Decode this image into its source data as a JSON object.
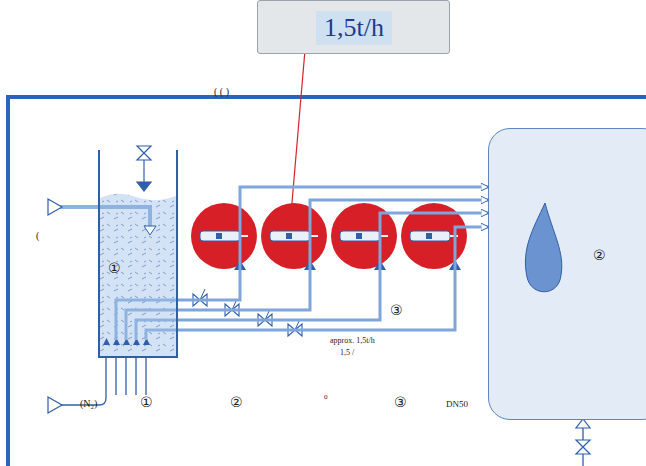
{
  "diagram": {
    "nodes": [
      {
        "text": [
          "1,5t/h"
        ]
      },
      {
        "text": [
          "①"
        ]
      },
      {
        "text": [
          "②"
        ]
      }
    ],
    "edges": [
      {
        "from": 1,
        "to": 2,
        "arrow": "to"
      },
      {
        "from": 1,
        "to": 2,
        "arrow": "to"
      },
      {
        "from": 1,
        "to": 2,
        "arrow": "to"
      },
      {
        "from": 1,
        "to": 2,
        "arrow": "to"
      }
    ],
    "labels": [
      "( ( )",
      "(",
      "③",
      "approx. 1,5t/h",
      "1,5 /",
      "(N₂)",
      "①",
      "②",
      "0",
      "③",
      "DN50"
    ]
  }
}
